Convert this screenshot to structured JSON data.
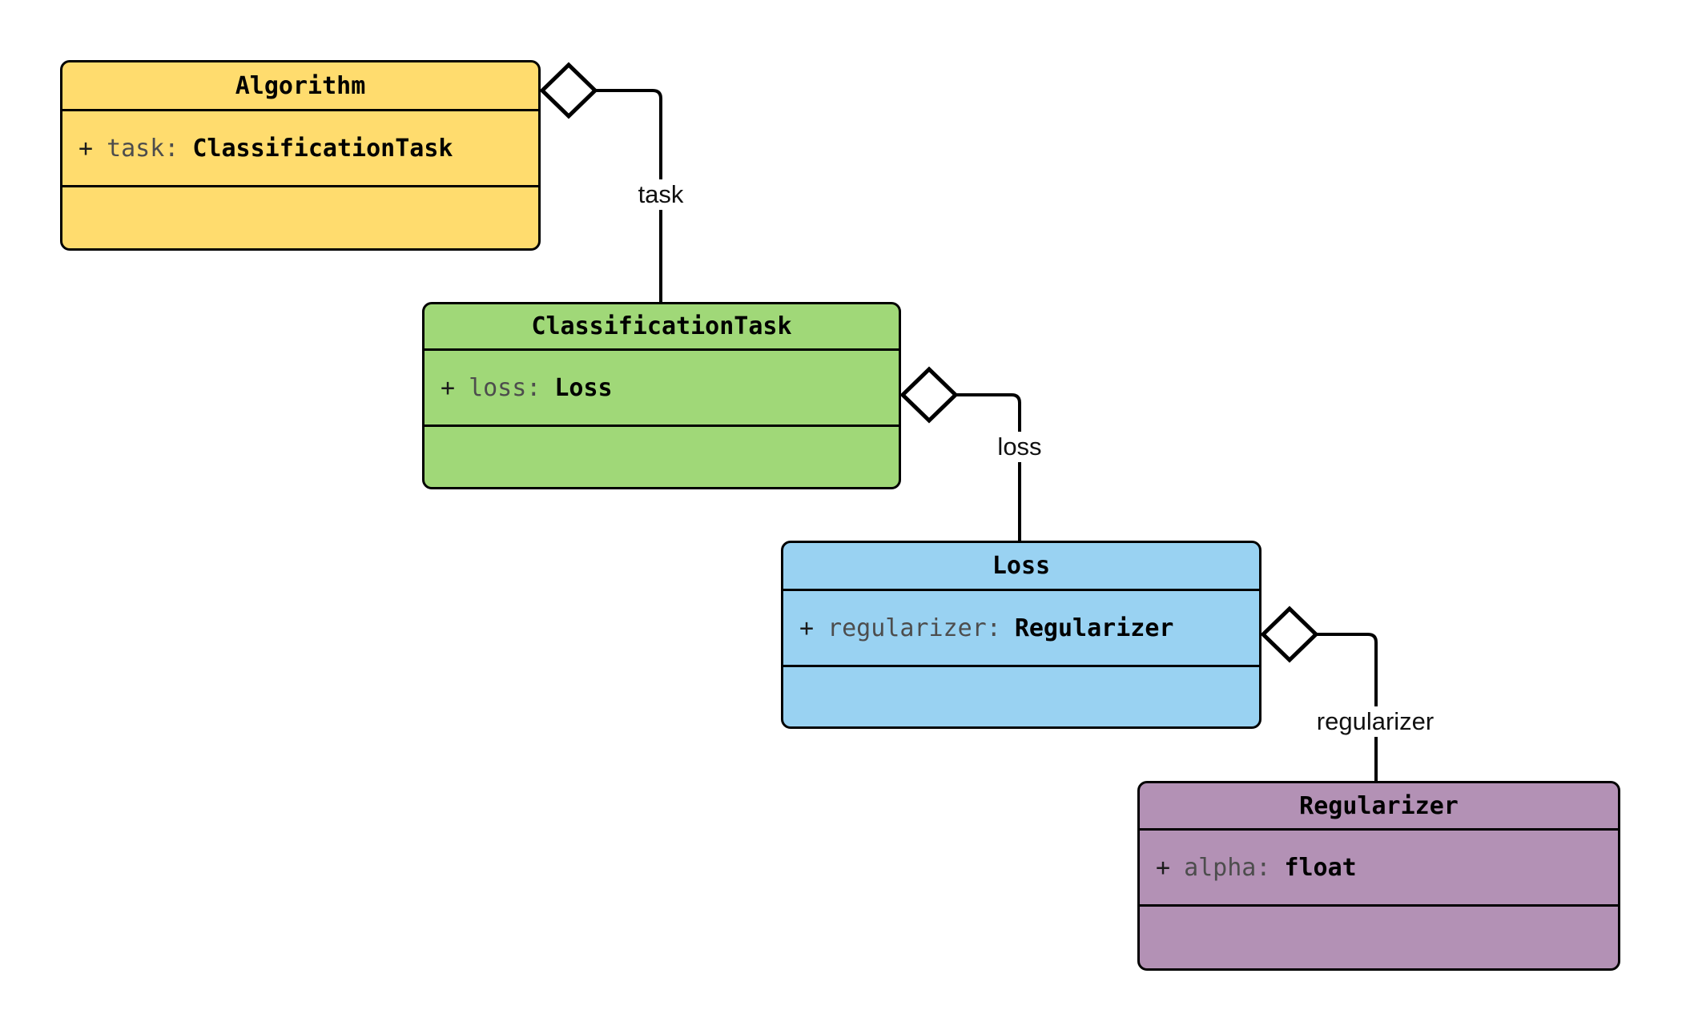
{
  "diagram": {
    "type": "uml-class-diagram",
    "background": "#FFFFFF",
    "stroke_color": "#000000",
    "classes": [
      {
        "id": "algorithm",
        "title": "Algorithm",
        "attr": {
          "vis": "+",
          "name": "task:",
          "type": "ClassificationTask"
        },
        "fill": "#FFDC6E"
      },
      {
        "id": "classification-task",
        "title": "ClassificationTask",
        "attr": {
          "vis": "+",
          "name": "loss:",
          "type": "Loss"
        },
        "fill": "#A0D878"
      },
      {
        "id": "loss",
        "title": "Loss",
        "attr": {
          "vis": "+",
          "name": "regularizer:",
          "type": "Regularizer"
        },
        "fill": "#99D2F2"
      },
      {
        "id": "regularizer",
        "title": "Regularizer",
        "attr": {
          "vis": "+",
          "name": "alpha:",
          "type": "float"
        },
        "fill": "#B391B5"
      }
    ],
    "edges": [
      {
        "label": "task",
        "from": "Algorithm",
        "to": "ClassificationTask",
        "kind": "aggregation",
        "marker": "open-diamond-icon"
      },
      {
        "label": "loss",
        "from": "ClassificationTask",
        "to": "Loss",
        "kind": "aggregation",
        "marker": "open-diamond-icon"
      },
      {
        "label": "regularizer",
        "from": "Loss",
        "to": "Regularizer",
        "kind": "aggregation",
        "marker": "open-diamond-icon"
      }
    ]
  }
}
